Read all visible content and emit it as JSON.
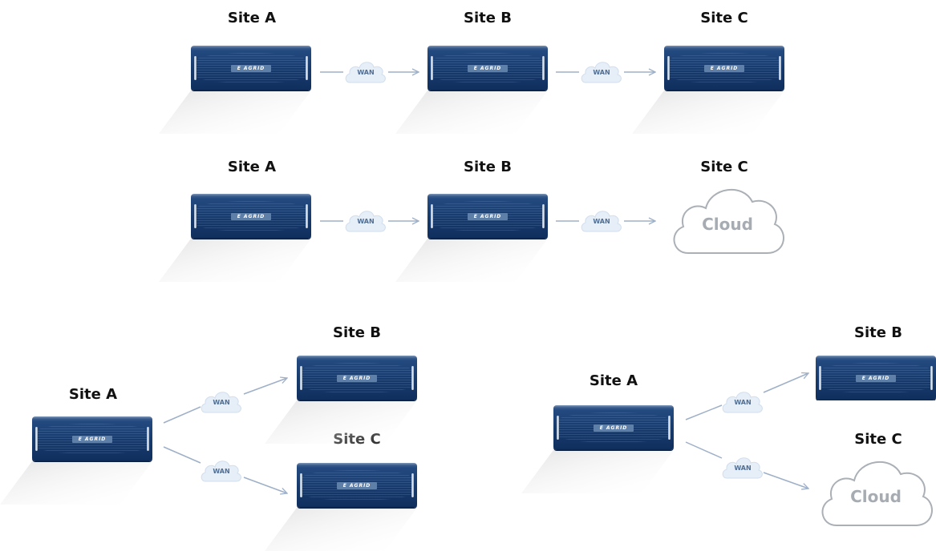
{
  "diagram_1": {
    "site_a": "Site A",
    "site_b": "Site B",
    "site_c": "Site C",
    "wan_1": "WAN",
    "wan_2": "WAN"
  },
  "diagram_2": {
    "site_a": "Site A",
    "site_b": "Site B",
    "site_c": "Site C",
    "wan_1": "WAN",
    "wan_2": "WAN",
    "cloud": "Cloud"
  },
  "diagram_3": {
    "site_a": "Site A",
    "site_b": "Site B",
    "site_c": "Site C",
    "wan_1": "WAN",
    "wan_2": "WAN"
  },
  "diagram_4": {
    "site_a": "Site A",
    "site_b": "Site B",
    "site_c": "Site C",
    "wan_1": "WAN",
    "wan_2": "WAN",
    "cloud": "Cloud"
  },
  "appliance_logo": "E AGRID",
  "colors": {
    "appliance": "#173a6c",
    "link": "#9eb0c8",
    "wan_cloud": "#e6eef8",
    "cloud_outline": "#aab0b6",
    "cloud_text": "#a7acb2"
  }
}
